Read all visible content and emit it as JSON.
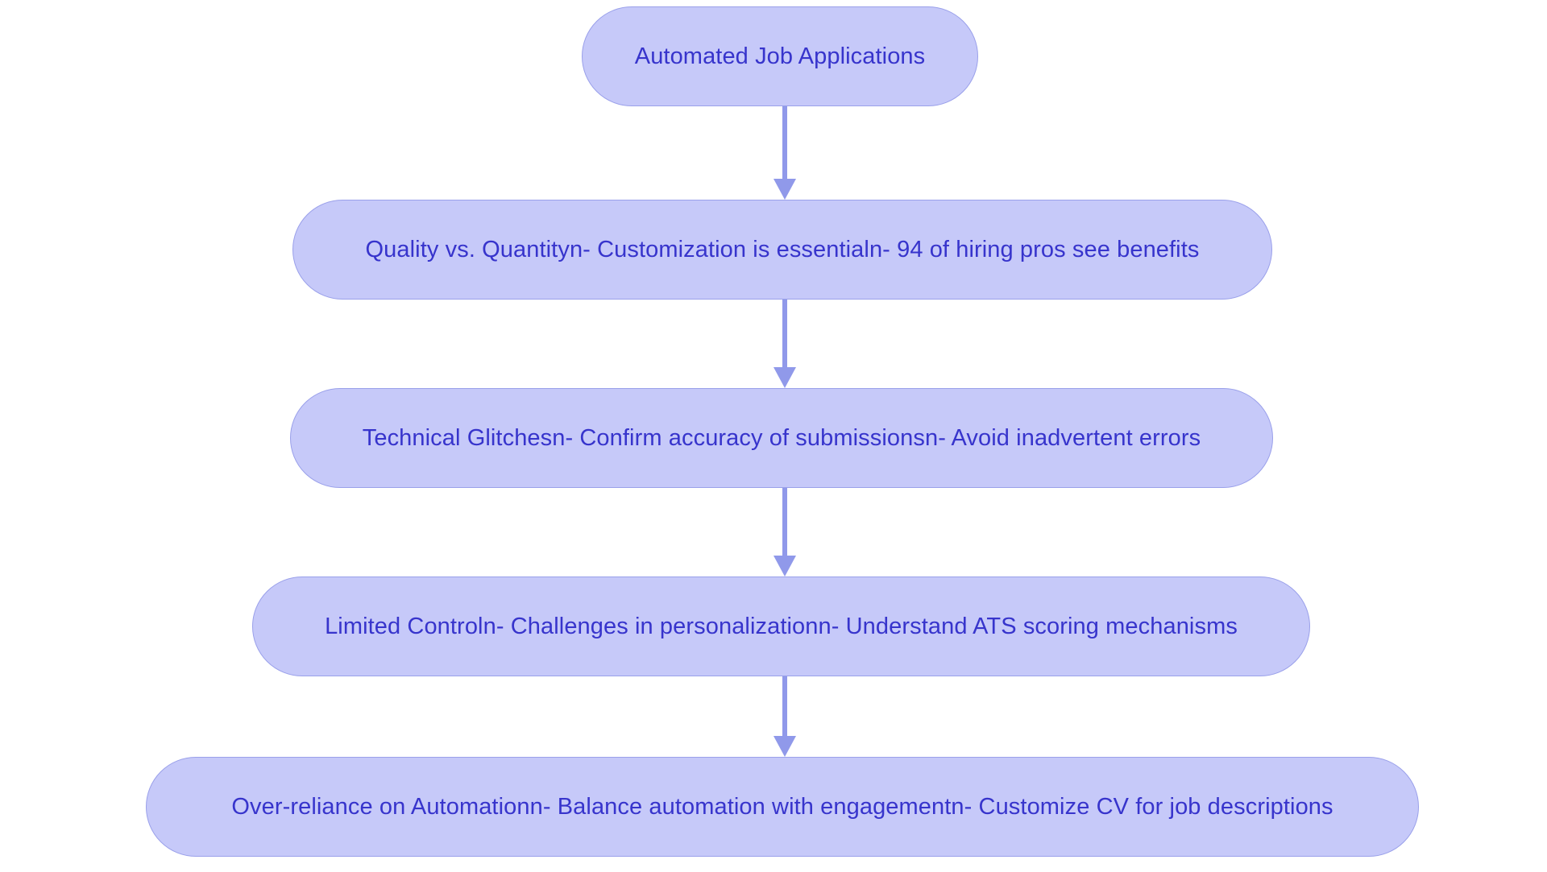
{
  "diagram": {
    "type": "flowchart",
    "orientation": "top-to-bottom",
    "background_color": "#ffffff",
    "node_fill_color": "#c6c9f9",
    "node_border_color": "#9aa0ea",
    "node_text_color": "#3734cc",
    "edge_color": "#9099ea",
    "nodes": [
      {
        "id": "n0",
        "label": "Automated Job Applications"
      },
      {
        "id": "n1",
        "label": "Quality vs. Quantityn- Customization is essentialn- 94 of hiring pros see benefits"
      },
      {
        "id": "n2",
        "label": "Technical Glitchesn- Confirm accuracy of submissionsn- Avoid inadvertent errors"
      },
      {
        "id": "n3",
        "label": "Limited Controln- Challenges in personalizationn- Understand ATS scoring mechanisms"
      },
      {
        "id": "n4",
        "label": "Over-reliance on Automationn- Balance automation with engagementn- Customize CV for job descriptions"
      }
    ],
    "edges": [
      {
        "id": "e0",
        "from": "n0",
        "to": "n1",
        "arrow": "down-arrow-icon"
      },
      {
        "id": "e1",
        "from": "n1",
        "to": "n2",
        "arrow": "down-arrow-icon"
      },
      {
        "id": "e2",
        "from": "n2",
        "to": "n3",
        "arrow": "down-arrow-icon"
      },
      {
        "id": "e3",
        "from": "n3",
        "to": "n4",
        "arrow": "down-arrow-icon"
      }
    ]
  }
}
